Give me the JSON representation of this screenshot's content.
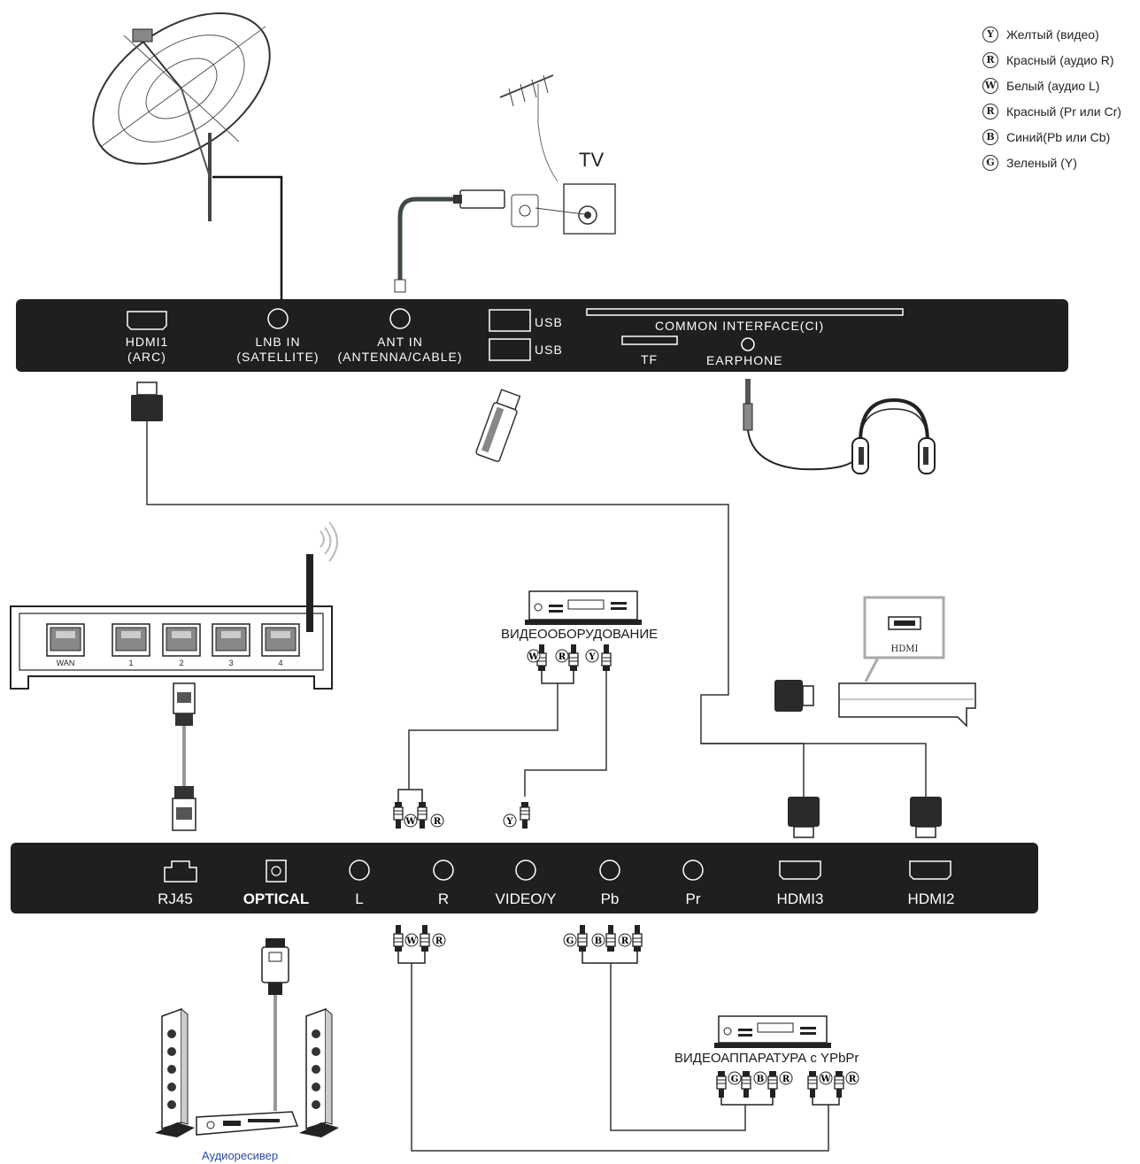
{
  "legend": [
    {
      "code": "Y",
      "text": "Желтый (видео)"
    },
    {
      "code": "R",
      "text": "Красный (аудио R)"
    },
    {
      "code": "W",
      "text": "Белый (аудио L)"
    },
    {
      "code": "R",
      "text": "Красный (Pr или Cr)"
    },
    {
      "code": "B",
      "text": "Синий(Pb или Cb)"
    },
    {
      "code": "G",
      "text": "Зеленый (Y)"
    }
  ],
  "top_panel": {
    "hdmi1": "HDMI1",
    "hdmi1_sub": "(ARC)",
    "lnb": "LNB IN",
    "lnb_sub": "(SATELLITE)",
    "ant": "ANT IN",
    "ant_sub": "(ANTENNA/CABLE)",
    "usb1": "USB",
    "usb2": "USB",
    "ci": "COMMON INTERFACE(CI)",
    "tf": "TF",
    "earphone": "EARPHONE"
  },
  "bottom_panel": {
    "rj45": "RJ45",
    "optical": "OPTICAL",
    "l": "L",
    "r": "R",
    "video": "VIDEO/Y",
    "pb": "Pb",
    "pr": "Pr",
    "hdmi3": "HDMI3",
    "hdmi2": "HDMI2"
  },
  "devices": {
    "tv": "TV",
    "video_equipment": "ВИДЕООБОРУДОВАНИЕ",
    "ypbpr_equipment": "ВИДЕОАППАРАТУРА с YPbPr",
    "audio_receiver": "Аудиоресивер",
    "hdmi_box_label": "HDMI",
    "router_ports": [
      "WAN",
      "1",
      "2",
      "3",
      "4"
    ]
  },
  "plug_marks": {
    "w": "W",
    "r": "R",
    "y": "Y",
    "g": "G",
    "b": "B"
  },
  "colors": {
    "panel": "#1f1f1f",
    "line": "#333333",
    "receiver_label": "#2a4aa8",
    "grey_cable": "#9a9a9a",
    "dark_cable": "#444c4a"
  }
}
